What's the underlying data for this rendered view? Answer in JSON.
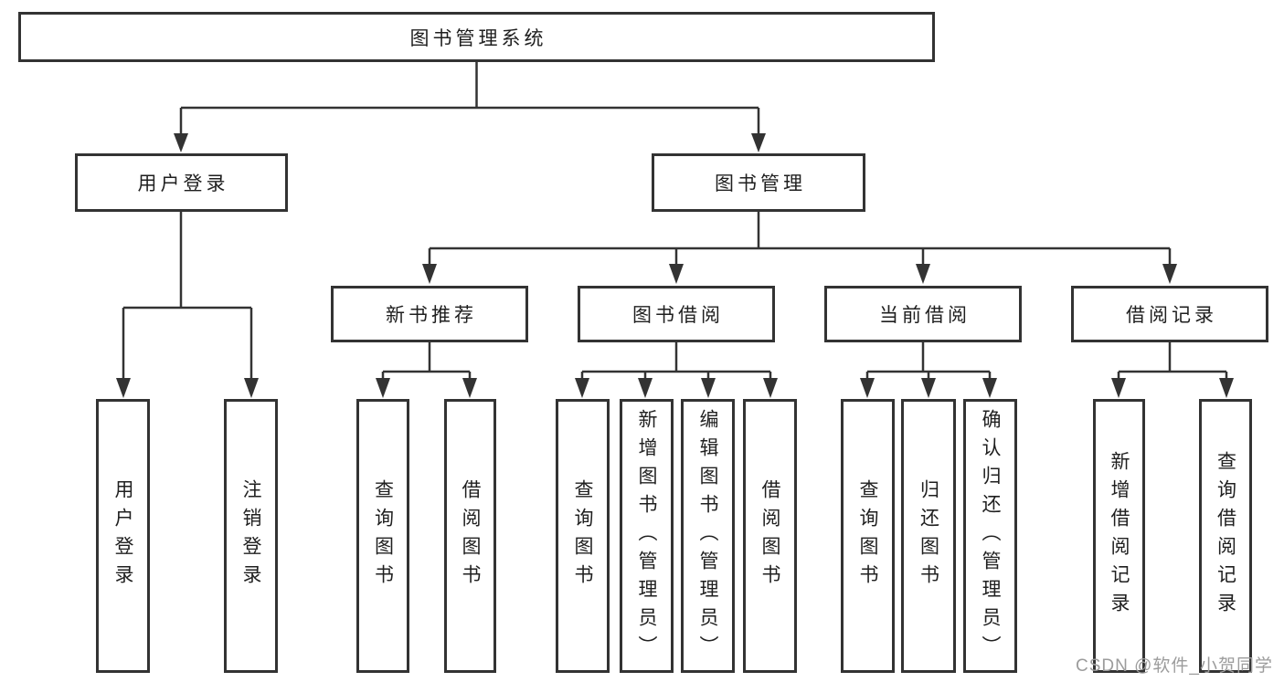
{
  "diagram": {
    "root": "图书管理系统",
    "level2": {
      "user_login": "用户登录",
      "book_mgmt": "图书管理"
    },
    "level3": {
      "new_book_rec": "新书推荐",
      "book_borrow": "图书借阅",
      "current_borrow": "当前借阅",
      "borrow_record": "借阅记录"
    },
    "leaves": {
      "user_login": "用户登录",
      "logout": "注销登录",
      "nbr_query": "查询图书",
      "nbr_borrow": "借阅图书",
      "bb_query": "查询图书",
      "bb_add": "新增图书（管理员）",
      "bb_edit": "编辑图书（管理员）",
      "bb_borrow": "借阅图书",
      "cb_query": "查询图书",
      "cb_return": "归还图书",
      "cb_confirm": "确认归还（管理员）",
      "br_add": "新增借阅记录",
      "br_query": "查询借阅记录"
    }
  },
  "watermark": "CSDN @软件_小贺同学",
  "colors": {
    "line": "#333333",
    "text": "#1f1f1f",
    "watermark": "#9c9c9c",
    "background": "#ffffff"
  }
}
